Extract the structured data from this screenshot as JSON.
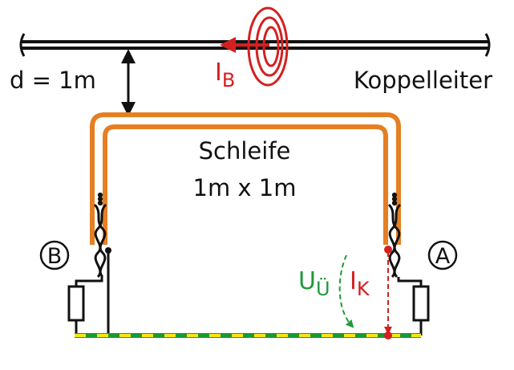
{
  "labels": {
    "distance": "d = 1m",
    "coupling_conductor": "Koppelleiter",
    "loop_line1": "Schleife",
    "loop_line2": "1m x 1m",
    "current_b_main": "I",
    "current_b_sub": "B",
    "current_k_main": "I",
    "current_k_sub": "K",
    "voltage_main": "U",
    "voltage_sub": "Ü",
    "terminal_b": "B",
    "terminal_a": "A"
  },
  "colors": {
    "line": "#111111",
    "loop": "#e57f22",
    "current_red": "#d42020",
    "voltage_green": "#1f9a3a",
    "ground_green": "#1a9a2e",
    "ground_yellow": "#f2e61a"
  }
}
